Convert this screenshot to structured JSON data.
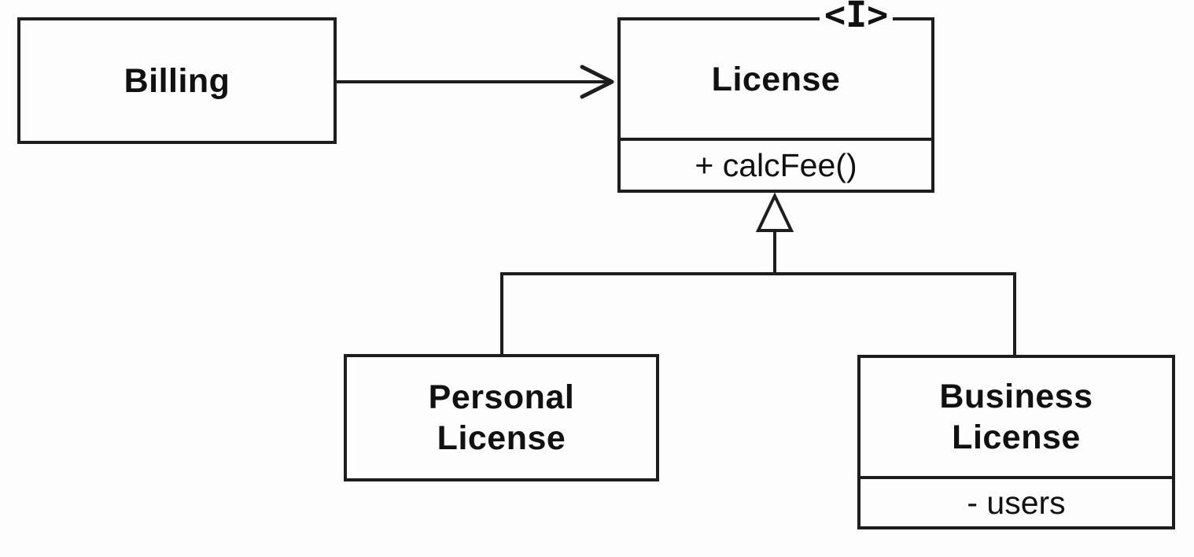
{
  "diagram": {
    "type": "uml-class-diagram",
    "background_color": "#fdfdfd",
    "line_color": "#1e1e1e",
    "text_color": "#111111",
    "classes": [
      {
        "name": "Billing"
      },
      {
        "name": "License",
        "stereotype": "<I>",
        "methods": [
          "+ calcFee()"
        ]
      },
      {
        "name": "Personal License",
        "name_lines": [
          "Personal",
          "License"
        ]
      },
      {
        "name": "Business License",
        "name_lines": [
          "Business",
          "License"
        ],
        "attributes": [
          "- users"
        ]
      }
    ],
    "relationships": [
      {
        "type": "directed-association",
        "from": "Billing",
        "to": "License"
      },
      {
        "type": "generalization",
        "from": "Personal License",
        "to": "License"
      },
      {
        "type": "generalization",
        "from": "Business License",
        "to": "License"
      }
    ]
  }
}
